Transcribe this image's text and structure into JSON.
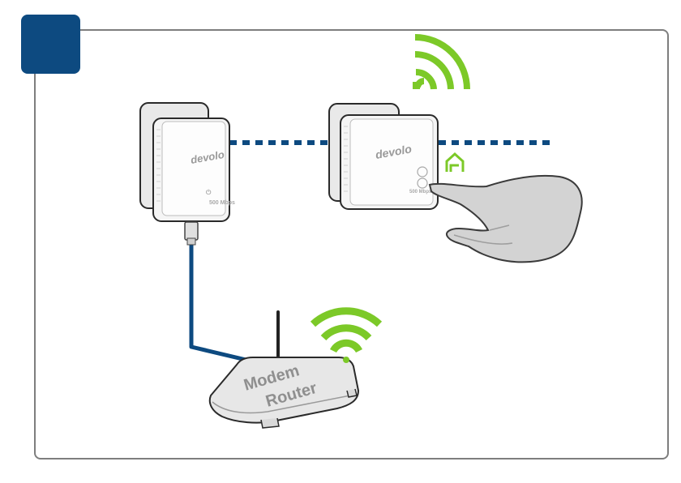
{
  "step_badge": {
    "color": "#0d4a80"
  },
  "adapter_left": {
    "brand": "devolo",
    "rating_label": "500 Mbps"
  },
  "adapter_right": {
    "brand": "devolo",
    "rating_label": "500 Mbps"
  },
  "router": {
    "line1": "Modem",
    "line2": "Router"
  },
  "colors": {
    "wifi_green": "#7cc928",
    "connection_blue": "#0d4a80",
    "frame_gray": "#7e7e7e"
  },
  "icons": [
    "wifi-icon",
    "home-button-icon",
    "hand-icon",
    "power-icon",
    "antenna-icon"
  ]
}
